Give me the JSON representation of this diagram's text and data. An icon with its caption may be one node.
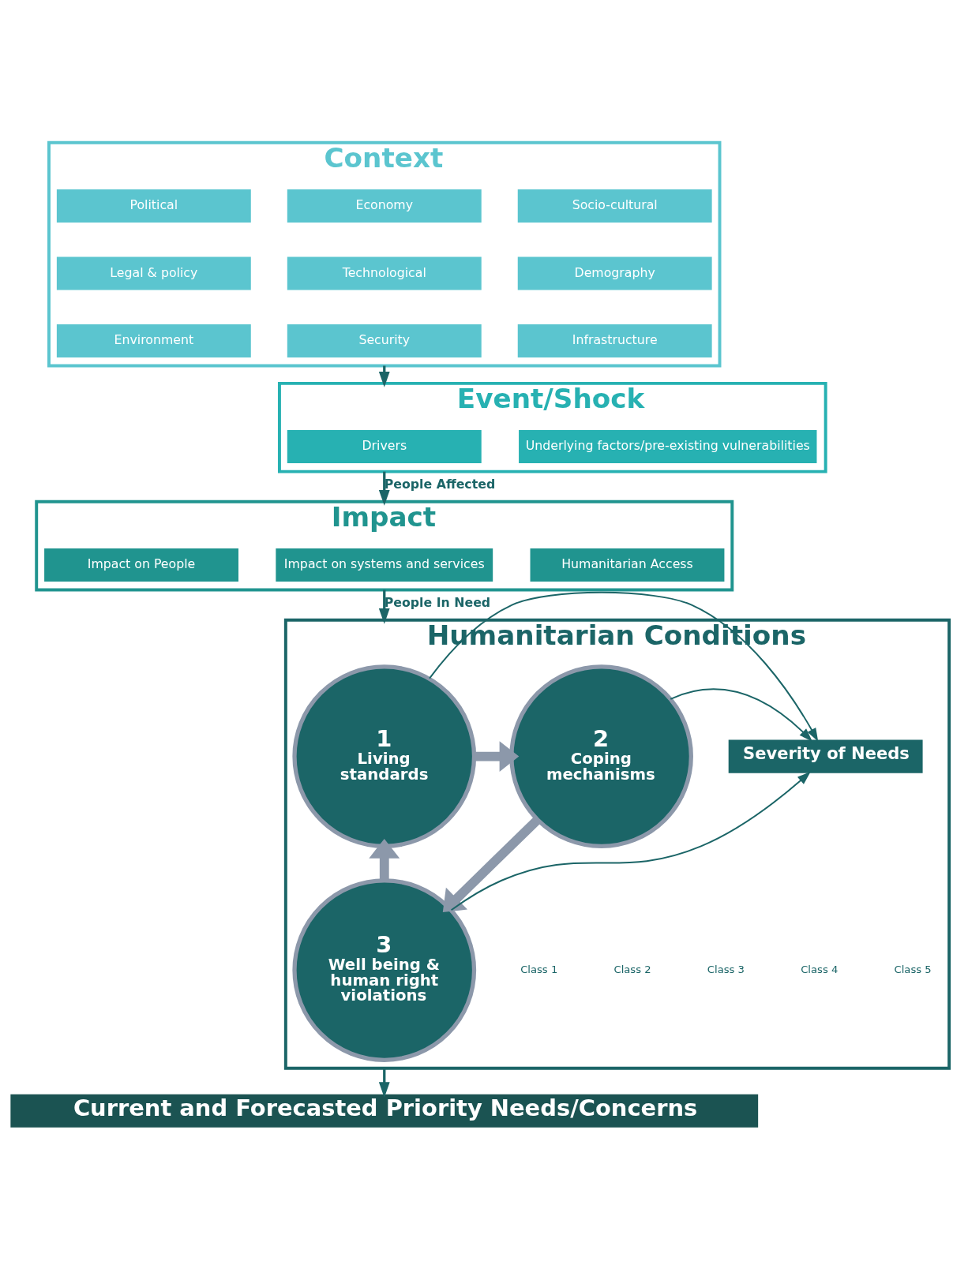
{
  "diagram": {
    "nodes": [
      {
        "text": [
          "Context"
        ]
      },
      {
        "text": [
          "Political"
        ],
        "in": 0
      },
      {
        "text": [
          "Economy"
        ],
        "in": 0
      },
      {
        "text": [
          "Socio-cultural"
        ],
        "in": 0
      },
      {
        "text": [
          "Legal & policy"
        ],
        "in": 0
      },
      {
        "text": [
          "Technological"
        ],
        "in": 0
      },
      {
        "text": [
          "Demography"
        ],
        "in": 0
      },
      {
        "text": [
          "Environment"
        ],
        "in": 0
      },
      {
        "text": [
          "Security"
        ],
        "in": 0
      },
      {
        "text": [
          "Infrastructure"
        ],
        "in": 0
      },
      {
        "text": [
          "Event/Shock"
        ]
      },
      {
        "text": [
          "Drivers"
        ],
        "in": 10
      },
      {
        "text": [
          "Underlying factors/pre-existing vulnerabilities"
        ],
        "in": 10
      },
      {
        "text": [
          "Impact"
        ]
      },
      {
        "text": [
          "Impact on People"
        ],
        "in": 13
      },
      {
        "text": [
          "Impact on systems and services"
        ],
        "in": 13
      },
      {
        "text": [
          "Humanitarian Access"
        ],
        "in": 13
      },
      {
        "text": [
          "Humanitarian Conditions"
        ]
      },
      {
        "text": [
          "1",
          "Living standards"
        ],
        "in": 17
      },
      {
        "text": [
          "2",
          "Coping mechanisms"
        ],
        "in": 17
      },
      {
        "text": [
          "3",
          "Well being & human right violations"
        ],
        "in": 17
      },
      {
        "text": [
          "Severity of Needs"
        ],
        "in": 17
      },
      {
        "text": [
          "Current and Forecasted Priority Needs/Concerns"
        ]
      }
    ],
    "edges": [
      {
        "from": 0,
        "to": 10,
        "arrow": "to"
      },
      {
        "from": 10,
        "to": 13,
        "label": "People Affected",
        "arrow": "to"
      },
      {
        "from": 13,
        "to": 17,
        "label": "People In Need",
        "arrow": "to"
      },
      {
        "from": 18,
        "to": 19,
        "arrow": "to",
        "style": "thick",
        "color": "#8c98aa"
      },
      {
        "from": 19,
        "to": 20,
        "arrow": "to",
        "style": "thick",
        "color": "#8c98aa"
      },
      {
        "from": 20,
        "to": 18,
        "arrow": "to",
        "style": "thick",
        "color": "#8c98aa"
      },
      {
        "from": 18,
        "to": 21,
        "arrow": "to"
      },
      {
        "from": 19,
        "to": 21,
        "arrow": "to"
      },
      {
        "from": 20,
        "to": 21,
        "arrow": "to"
      },
      {
        "from": 17,
        "to": 22,
        "arrow": "to"
      }
    ],
    "labels": [
      "Class 1",
      "Class 2",
      "Class 3",
      "Class 4",
      "Class 5"
    ]
  }
}
